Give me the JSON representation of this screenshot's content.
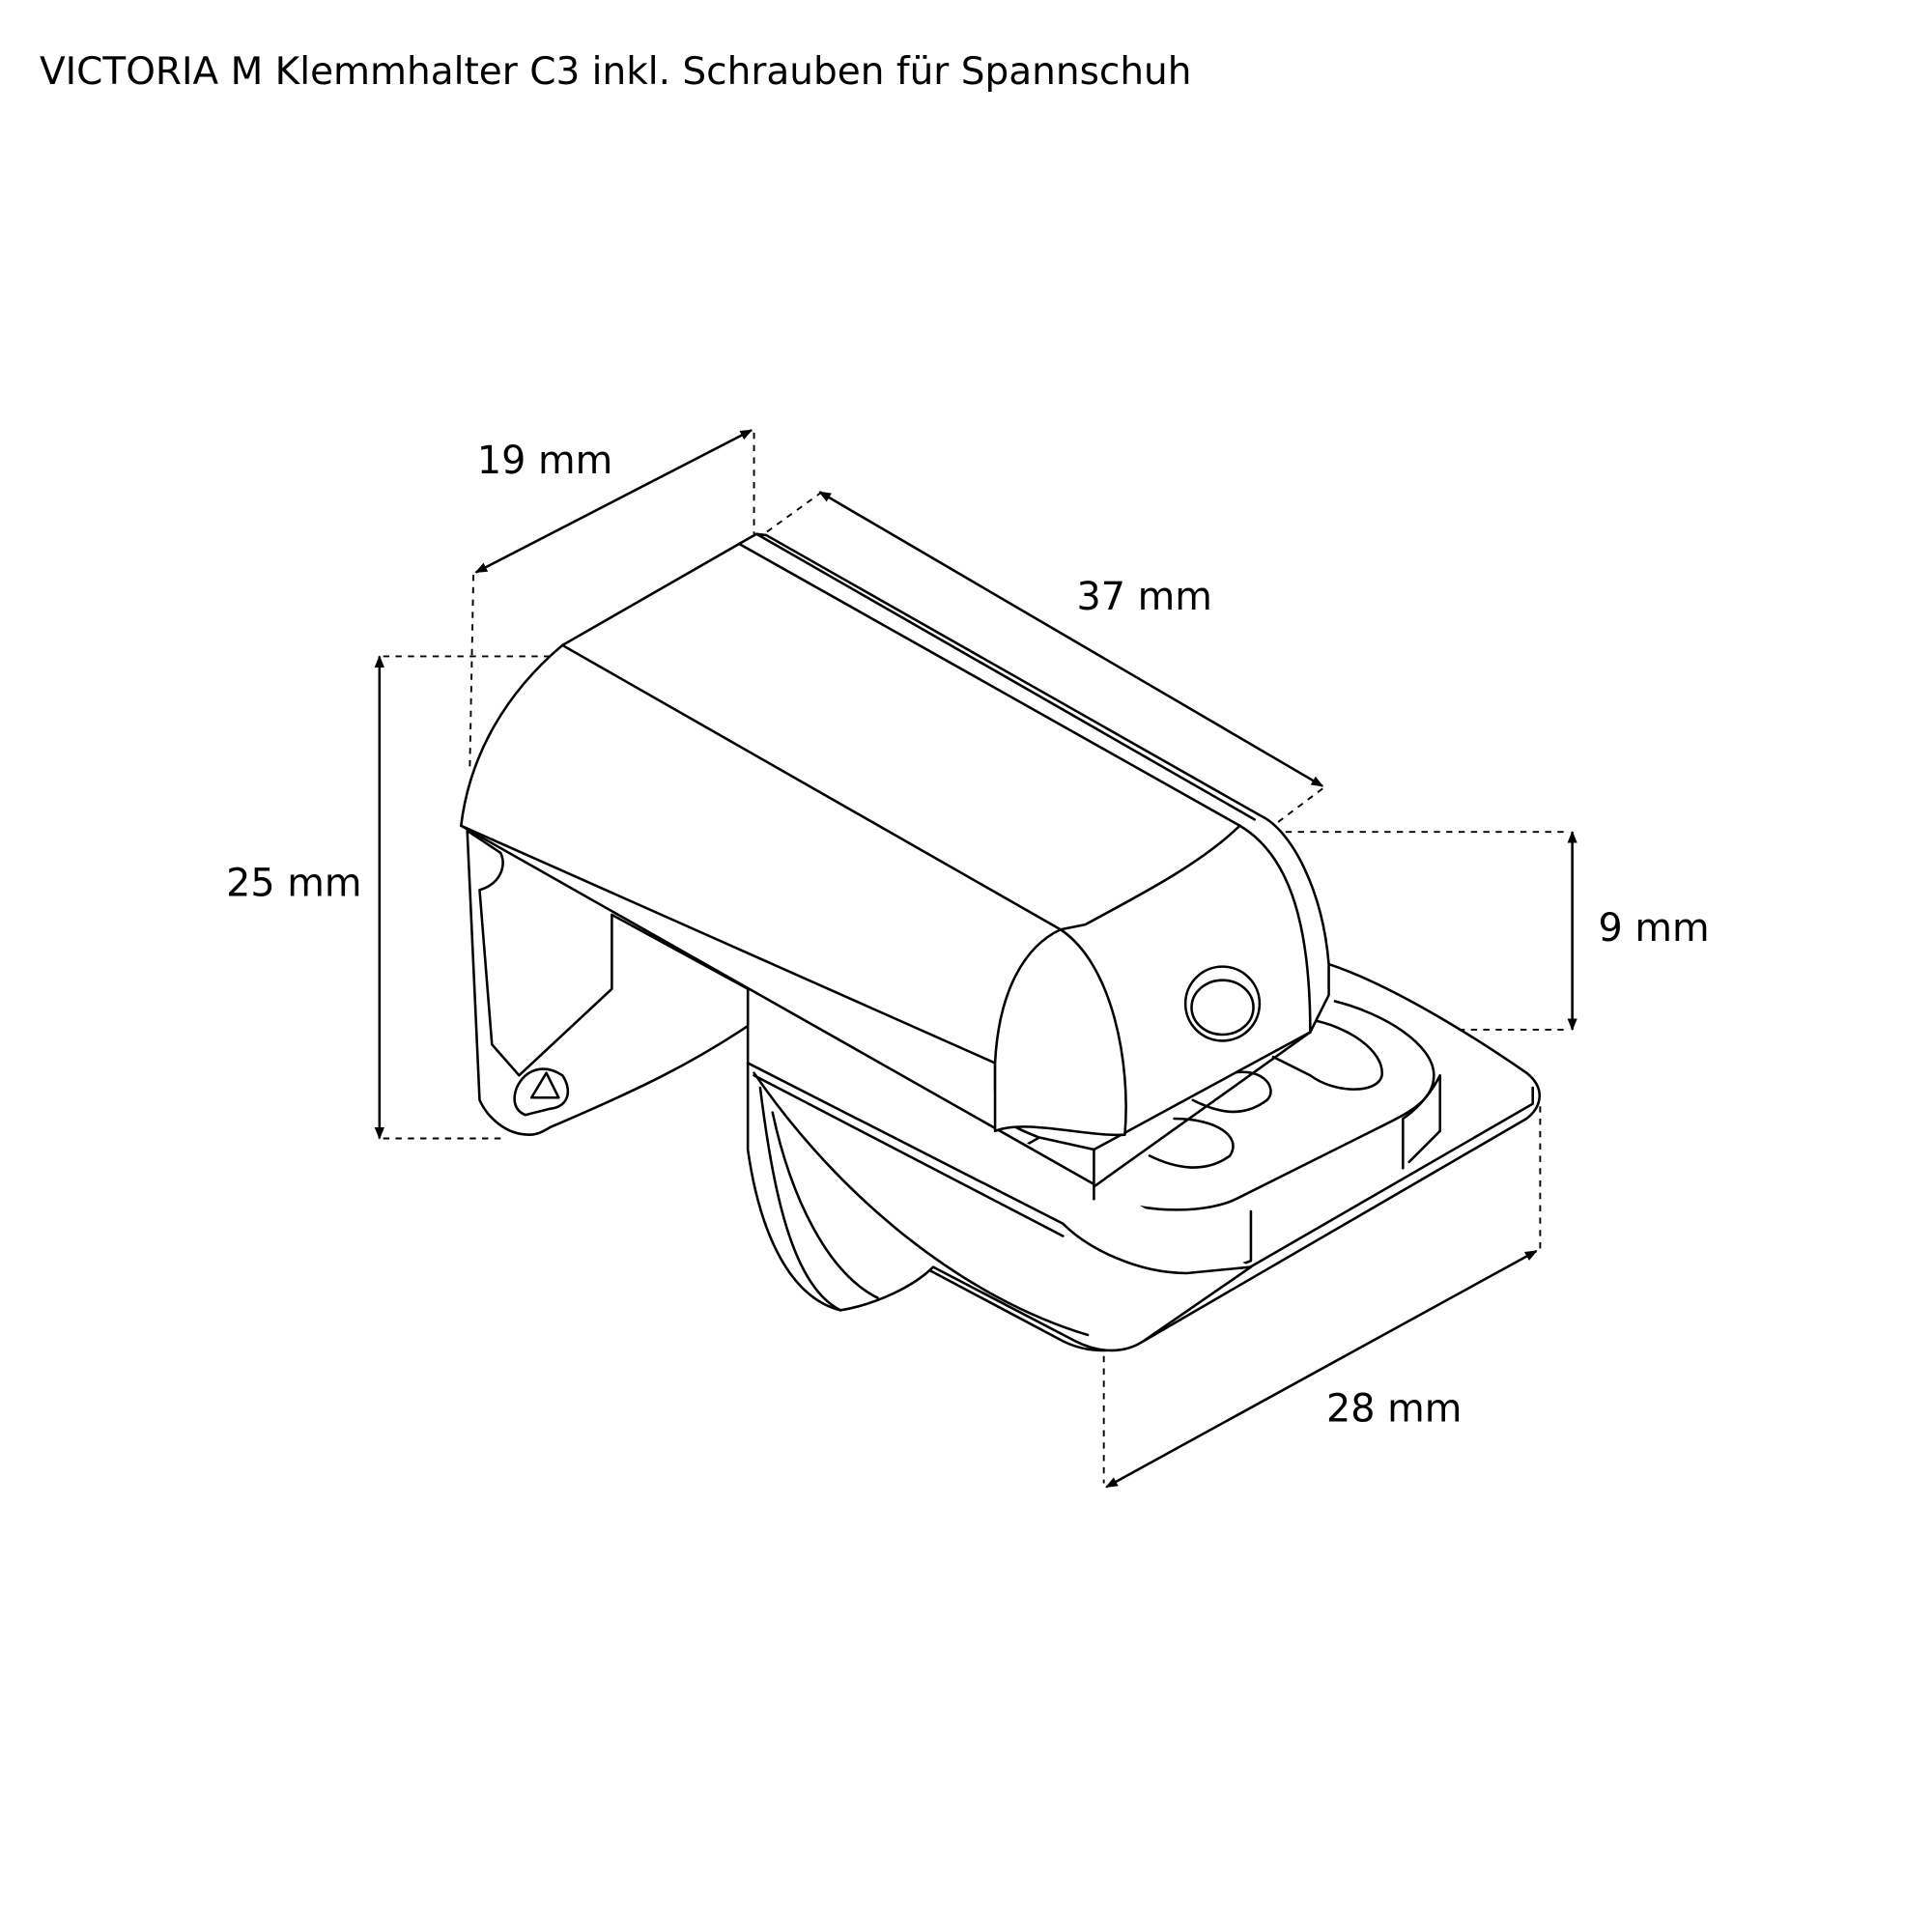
{
  "title": "VICTORIA M Klemmhalter C3 inkl. Schrauben für Spannschuh",
  "dimensions": {
    "width": "19 mm",
    "length": "37 mm",
    "height": "25 mm",
    "base_height": "9 mm",
    "base_width": "28 mm"
  }
}
